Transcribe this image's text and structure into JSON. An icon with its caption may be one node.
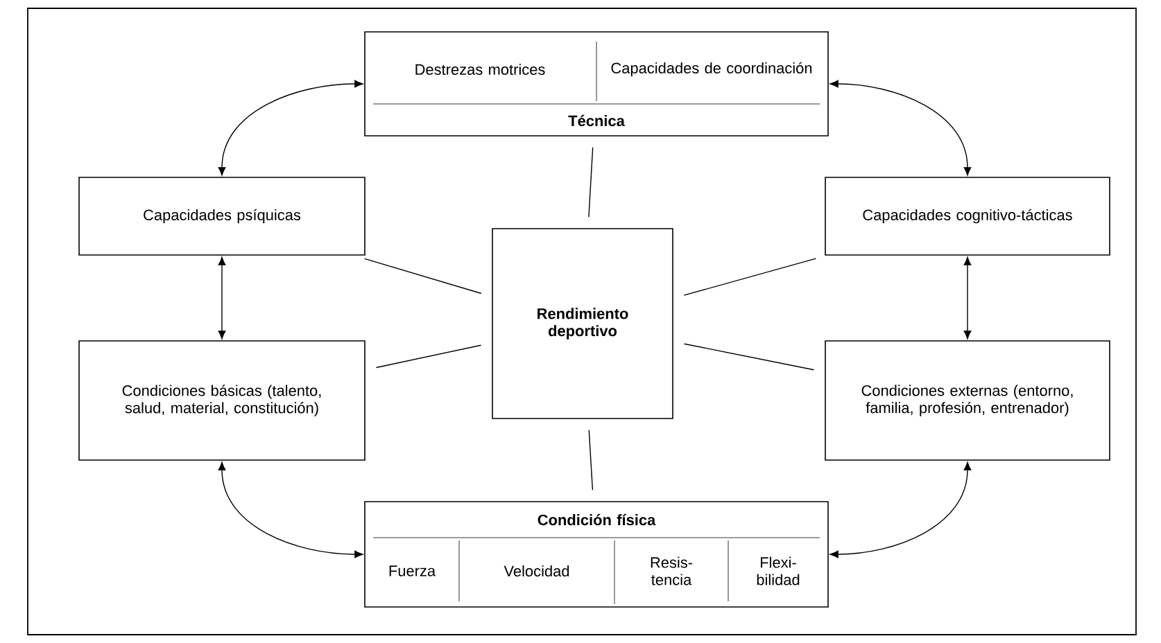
{
  "diagram": {
    "nodes": [
      {
        "text": [
          "Destrezas motrices",
          "Capacidades de coordinación",
          "Técnica"
        ]
      },
      {
        "text": [
          "Capacidades psíquicas"
        ]
      },
      {
        "text": [
          "Capacidades cognitivo-tácticas"
        ]
      },
      {
        "text": [
          "Rendimiento deportivo"
        ]
      },
      {
        "text": [
          "Condiciones básicas (talento, salud, material, constitución)"
        ]
      },
      {
        "text": [
          "Condiciones externas (entorno, familia, profesión, entrenador)"
        ]
      },
      {
        "text": [
          "Condición física",
          "Fuerza",
          "Velocidad",
          "Resis- tencia",
          "Flexi- bilidad"
        ]
      }
    ],
    "edges": [
      {
        "from": 0,
        "to": 1,
        "arrow": "both"
      },
      {
        "from": 0,
        "to": 2,
        "arrow": "both"
      },
      {
        "from": 1,
        "to": 4,
        "arrow": "both"
      },
      {
        "from": 2,
        "to": 5,
        "arrow": "both"
      },
      {
        "from": 4,
        "to": 6,
        "arrow": "both"
      },
      {
        "from": 5,
        "to": 6,
        "arrow": "both"
      },
      {
        "from": 3,
        "to": 0,
        "arrow": "none"
      },
      {
        "from": 3,
        "to": 1,
        "arrow": "none"
      },
      {
        "from": 3,
        "to": 2,
        "arrow": "none"
      },
      {
        "from": 3,
        "to": 4,
        "arrow": "none"
      },
      {
        "from": 3,
        "to": 5,
        "arrow": "none"
      },
      {
        "from": 3,
        "to": 6,
        "arrow": "none"
      }
    ]
  }
}
